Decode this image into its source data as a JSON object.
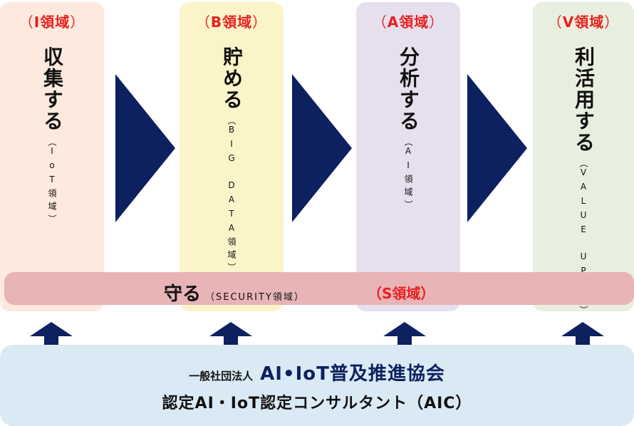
{
  "columns": [
    {
      "tag_open": "（",
      "tag_label": "I領域",
      "tag_close": "）",
      "main": "収集する",
      "sub_open": "（",
      "sub_text": "IoT領域",
      "sub_close": "）"
    },
    {
      "tag_open": "（",
      "tag_label": "B領域",
      "tag_close": "）",
      "main": "貯める",
      "sub_open": "（",
      "sub_text": "BIG　DATA領域",
      "sub_close": "）"
    },
    {
      "tag_open": "（",
      "tag_label": "A領域",
      "tag_close": "）",
      "main": "分析する",
      "sub_open": "（",
      "sub_text": "AI領域",
      "sub_close": "）"
    },
    {
      "tag_open": "（",
      "tag_label": "V領域",
      "tag_close": "）",
      "main": "利活用する",
      "sub_open": "（",
      "sub_text": "VALUE　UP領域",
      "sub_close": "）"
    }
  ],
  "security": {
    "main": "守る",
    "sub": "（SECURITY領域）",
    "tag": "（S領域）"
  },
  "organization": {
    "prefix": "一般社団法人",
    "name": "AI•IoT普及推進協会"
  },
  "certification": "認定AI・IoT認定コンサルタント（AIC）",
  "colors": {
    "arrow": "#0d2060",
    "tag": "#e8201f",
    "col_i": "#fde9dd",
    "col_b": "#fbf4c9",
    "col_a": "#e6e0ee",
    "col_v": "#e9efdf",
    "security_band": "#e8b4b6",
    "bottom_box": "#daeaf4"
  }
}
